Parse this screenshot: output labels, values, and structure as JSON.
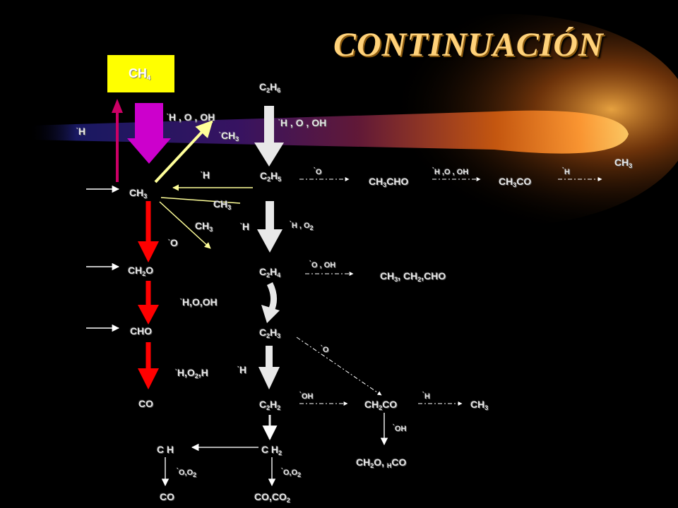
{
  "title": "CONTINUACIÓN",
  "colors": {
    "background": "#000000",
    "title": "#ffd27a",
    "ch4_box": "#ffff00",
    "ch4_down_arrow": "#cc00cc",
    "ch4_up_arrow": "#cc0066",
    "methane_chain_arrows": "#ff0000",
    "ethane_chain_arrows": "#e8e8e8",
    "diagonal_arrows": "#ffff99",
    "dashed_arrows": "#ffffff",
    "band_left": "#1a1a66",
    "band_right": "#ff8800"
  },
  "species": {
    "ch4": {
      "main": "CH",
      "sub": "4"
    },
    "ch3": {
      "main": "CH",
      "sub": "3"
    },
    "ch2o": {
      "a": "CH",
      "sub": "2",
      "b": "O"
    },
    "cho": "CHO",
    "co_left": "CO",
    "c2h6": {
      "c": "C",
      "csub": "2",
      "h": "H",
      "hsub": "6"
    },
    "c2h5": {
      "c": "C",
      "csub": "2",
      "h": "H",
      "hsub": "5"
    },
    "c2h4": {
      "c": "C",
      "csub": "2",
      "h": "H",
      "hsub": "4"
    },
    "c2h3": {
      "c": "C",
      "csub": "2",
      "h": "H",
      "hsub": "3"
    },
    "c2h2": {
      "c": "C",
      "csub": "2",
      "h": "H",
      "hsub": "2"
    },
    "ch3cho": {
      "a": "CH",
      "sub": "3",
      "b": "CHO"
    },
    "ch3co": {
      "a": "CH",
      "sub": "3",
      "b": "CO"
    },
    "ch3_far_right": {
      "main": "CH",
      "sub": "3"
    },
    "ch3_ch2_cho": {
      "a": "CH",
      "sub1": "3",
      "b": ", CH",
      "sub2": "2",
      "c": ",CHO"
    },
    "ch2co": {
      "a": "CH",
      "sub": "2",
      "b": "CO"
    },
    "ch3_right_of_ch2co": {
      "main": "CH",
      "sub": "3"
    },
    "ch2o_hco": {
      "a": "CH",
      "sub": "2",
      "b": "O, ",
      "small_h": "H",
      "c": "CO"
    },
    "ch": "C H",
    "ch2": {
      "main": "C H",
      "sub": "2"
    },
    "co_bottom": "CO",
    "co_co2": {
      "a": "CO,CO",
      "sub": "2"
    }
  },
  "reagents": {
    "h_left": "H",
    "h_o_oh_1": "H , O , OH",
    "ch3_diag": {
      "main": "CH",
      "sub": "3"
    },
    "h_o_oh_2": "H , O , OH",
    "h_to_c2h5": "H",
    "ch3_mid1": {
      "main": "CH",
      "sub": "3"
    },
    "ch3_mid2": {
      "main": "CH",
      "sub": "3"
    },
    "o_to_ch2o": "O",
    "o_to_ch3cho": "O",
    "h_o_oh_3": "H ,O , OH",
    "h_to_ch3": "H",
    "h_down_c2h4": "H",
    "h_o2": {
      "main": "H , O",
      "sub": "2"
    },
    "o_oh": "O , OH",
    "h_o_oh_ch2o": "H,O,OH",
    "o_to_ch2co": "O",
    "h_o2_h": {
      "a": "H,O",
      "sub": "2",
      "b": ",H"
    },
    "h_down_c2h3": "H",
    "oh_to_ch2co": "OH",
    "h_to_ch3_2": "H",
    "oh_down": "OH",
    "o_o2_1": {
      "main": "O,O",
      "sub": "2"
    },
    "o_o2_2": {
      "main": "O,O",
      "sub": "2"
    }
  }
}
